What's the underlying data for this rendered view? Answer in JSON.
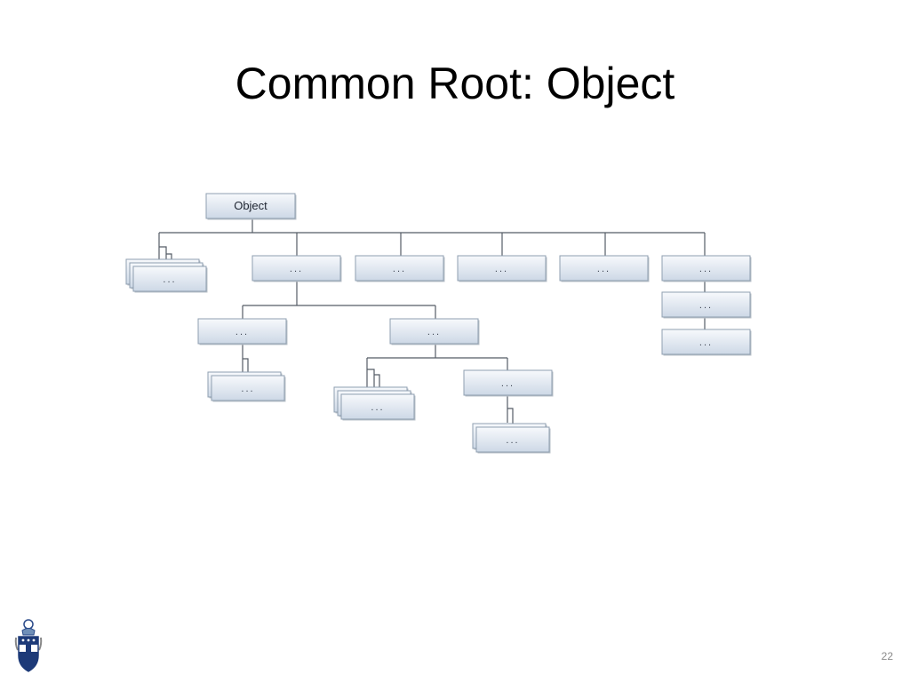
{
  "slide": {
    "title": "Common Root: Object",
    "page_number": "22"
  },
  "diagram": {
    "root_label": "Object",
    "node_label": "..."
  },
  "logo": {
    "icon": "university-crest-icon"
  },
  "colors": {
    "box_top": "#f7f9fc",
    "box_bottom": "#cdd8e6",
    "box_border": "#8f9fb0",
    "connector": "#555c66"
  }
}
